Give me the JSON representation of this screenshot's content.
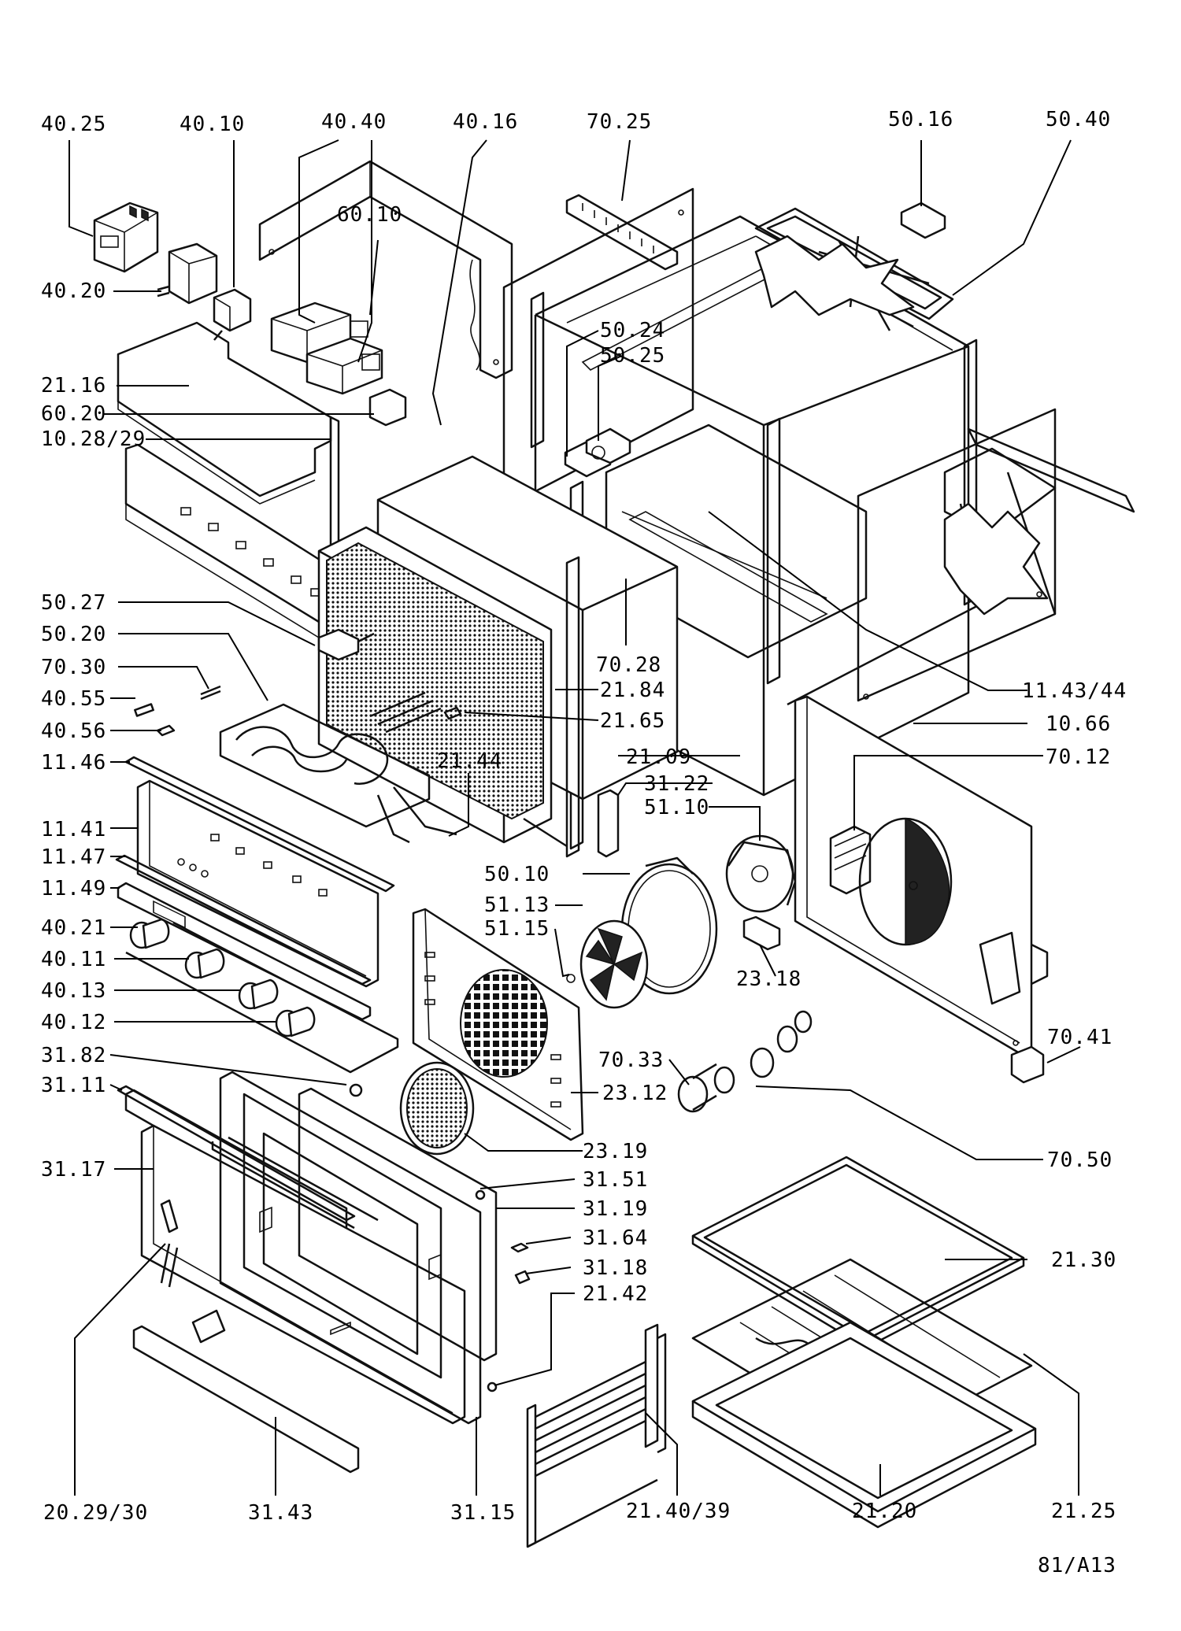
{
  "diagram": {
    "reference": "81/A13",
    "labels": [
      "40.25",
      "40.10",
      "40.40",
      "40.16",
      "70.25",
      "50.16",
      "50.40",
      "60.10",
      "40.20",
      "50.24",
      "50.25",
      "21.16",
      "60.20",
      "10.28/29",
      "50.27",
      "50.20",
      "70.30",
      "40.55",
      "40.56",
      "70.28",
      "21.84",
      "21.65",
      "11.43/44",
      "10.66",
      "11.46",
      "21.44",
      "21.09",
      "70.12",
      "31.22",
      "51.10",
      "11.41",
      "11.47",
      "50.10",
      "51.13",
      "11.49",
      "40.21",
      "51.15",
      "23.18",
      "40.11",
      "40.13",
      "40.12",
      "70.41",
      "31.82",
      "70.33",
      "31.11",
      "23.12",
      "70.50",
      "23.19",
      "31.17",
      "31.51",
      "31.19",
      "31.64",
      "21.30",
      "31.18",
      "21.42",
      "20.29/30",
      "31.43",
      "31.15",
      "21.40/39",
      "21.20",
      "21.25"
    ]
  }
}
